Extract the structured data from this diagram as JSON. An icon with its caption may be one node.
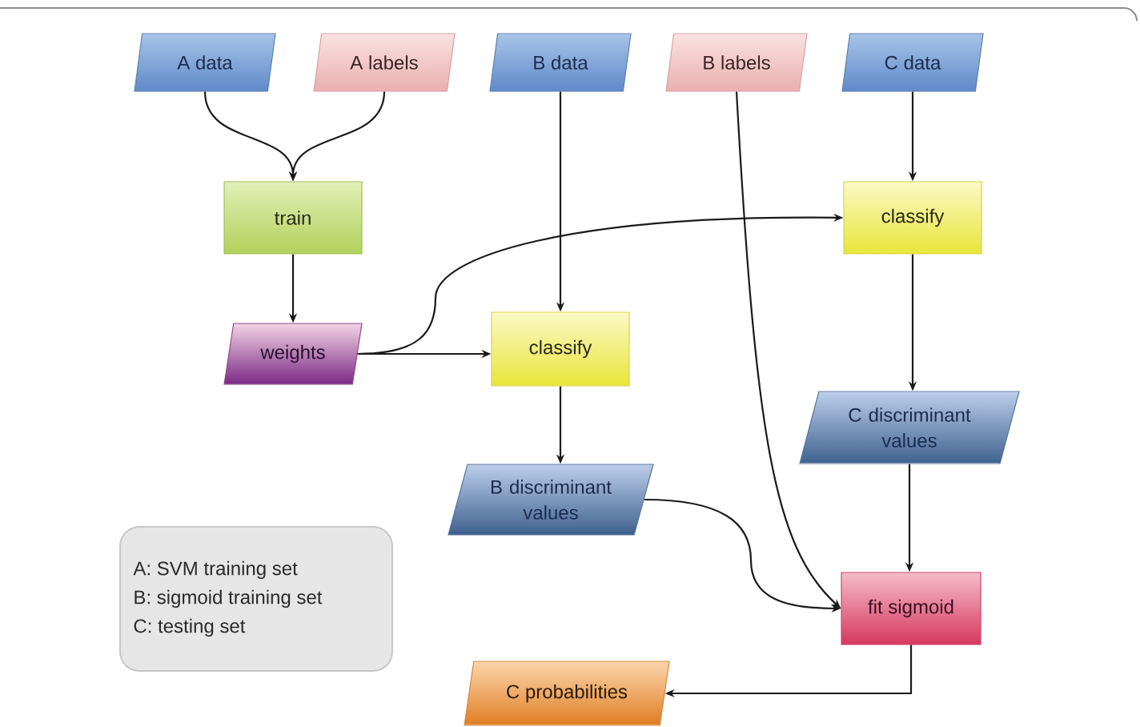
{
  "diagram": {
    "nodes": [
      {
        "text": [
          "A data"
        ]
      },
      {
        "text": [
          "A labels"
        ]
      },
      {
        "text": [
          "B data"
        ]
      },
      {
        "text": [
          "B labels"
        ]
      },
      {
        "text": [
          "C data"
        ]
      },
      {
        "text": [
          "train"
        ]
      },
      {
        "text": [
          "classify"
        ]
      },
      {
        "text": [
          "weights"
        ]
      },
      {
        "text": [
          "classify"
        ]
      },
      {
        "text": [
          "B discriminant values"
        ]
      },
      {
        "text": [
          "C discriminant values"
        ]
      },
      {
        "text": [
          "fit sigmoid"
        ]
      },
      {
        "text": [
          "C probabilities"
        ]
      },
      {
        "text": [
          "A: SVM training set",
          "B: sigmoid training set",
          "C: testing set"
        ]
      }
    ],
    "edges": [
      {
        "from": 0,
        "to": 5,
        "arrow": "to"
      },
      {
        "from": 1,
        "to": 5,
        "arrow": "to"
      },
      {
        "from": 5,
        "to": 7,
        "arrow": "to"
      },
      {
        "from": 2,
        "to": 8,
        "arrow": "to"
      },
      {
        "from": 7,
        "to": 8,
        "arrow": "to"
      },
      {
        "from": 7,
        "to": 6,
        "arrow": "to"
      },
      {
        "from": 4,
        "to": 6,
        "arrow": "to"
      },
      {
        "from": 6,
        "to": 10,
        "arrow": "to"
      },
      {
        "from": 8,
        "to": 9,
        "arrow": "to"
      },
      {
        "from": 3,
        "to": 11,
        "arrow": "to"
      },
      {
        "from": 9,
        "to": 11,
        "arrow": "to"
      },
      {
        "from": 10,
        "to": 11,
        "arrow": "to"
      },
      {
        "from": 11,
        "to": 12,
        "arrow": "to"
      }
    ]
  }
}
